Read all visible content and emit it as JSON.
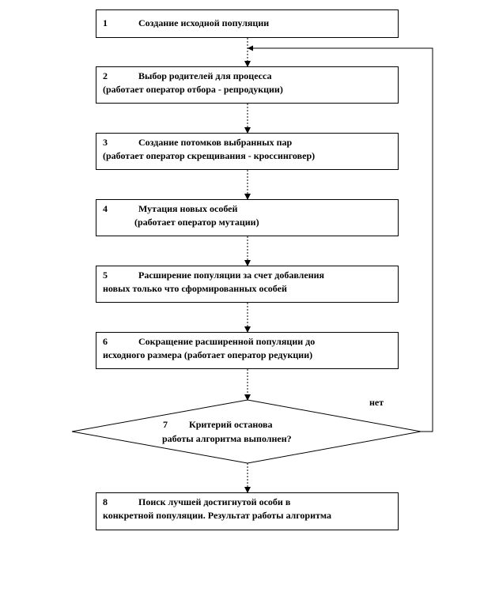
{
  "steps": [
    {
      "num": "1",
      "line1": "Создание исходной популяции",
      "line2": ""
    },
    {
      "num": "2",
      "line1": "Выбор родителей для процесса",
      "line2": "(работает оператор отбора - репродукции)"
    },
    {
      "num": "3",
      "line1": "Создание потомков выбранных пар",
      "line2": "(работает оператор скрещивания - кроссинговер)"
    },
    {
      "num": "4",
      "line1": "Мутация новых особей",
      "line2": "(работает оператор мутации)"
    },
    {
      "num": "5",
      "line1": "Расширение популяции за счет добавления",
      "line2": "новых только что сформированных особей"
    },
    {
      "num": "6",
      "line1": "Сокращение расширенной популяции до",
      "line2": "исходного размера (работает оператор редукции)"
    },
    {
      "num": "8",
      "line1": "Поиск лучшей достигнутой особи в",
      "line2": "конкретной популяции. Результат работы алгоритма"
    }
  ],
  "decision": {
    "num": "7",
    "line1": "Критерий останова",
    "line2": "работы алгоритма выполнен?"
  },
  "loop_label": "нет"
}
